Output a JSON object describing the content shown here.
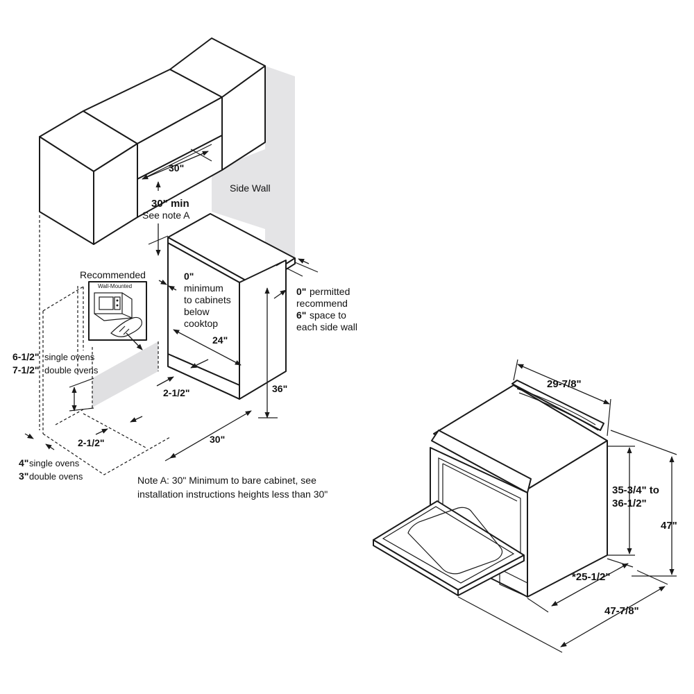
{
  "colors": {
    "line": "#1a1a1a",
    "wall_shade": "#e4e4e6",
    "tile_shade": "#e0e0e2",
    "background": "#ffffff"
  },
  "labels": {
    "side_wall": "Side Wall",
    "hood_width": "30\"",
    "clearance_min": "30\" min",
    "see_note": "See note A",
    "recommended": "Recommended",
    "wall_mounted": "Wall-Mounted",
    "zero_bold": "0\"",
    "minimum": "minimum",
    "to_cabinets": "to cabinets",
    "below": "below",
    "cooktop": "cooktop",
    "permitted_bold": "0\"",
    "permitted": "permitted",
    "recommend": "recommend",
    "six_bold": "6\"",
    "space_to": "space to",
    "each_side_wall": "each side wall",
    "depth_24": "24\"",
    "height_36": "36\"",
    "inset_2_5_a": "2-1/2\"",
    "inset_2_5_b": "2-1/2\"",
    "width_30": "30\"",
    "single_65_bold": "6-1/2\"",
    "single_ovens_a": "single ovens",
    "double_75_bold": "7-1/2\"",
    "double_ovens_a": "double ovens",
    "four_bold": "4\"",
    "single_ovens_b": "single ovens",
    "three_bold": "3\"",
    "double_ovens_b": "double ovens",
    "note_line1": "Note A: 30\" Minimum to bare cabinet, see",
    "note_line2": "installation instructions heights less than 30\"",
    "range_width": "29-7/8\"",
    "cooktop_height_1": "35-3/4\" to",
    "cooktop_height_2": "36-1/2\"",
    "total_height": "47\"",
    "depth_body": "*25-1/2\"",
    "depth_door_open": "47-7/8\""
  }
}
